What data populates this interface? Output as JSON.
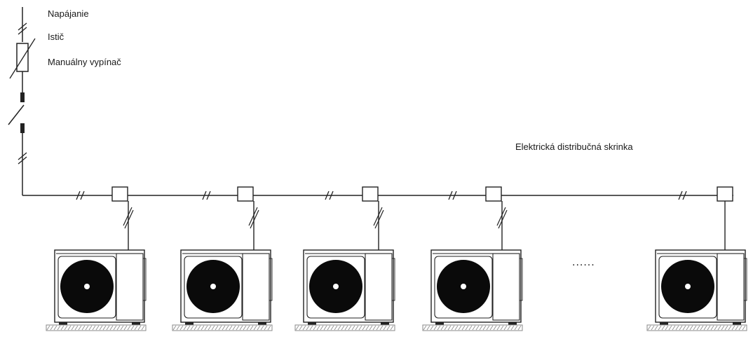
{
  "labels": {
    "power_supply": "Napájanie",
    "breaker": "Istič",
    "manual_switch": "Manuálny vypínač",
    "distribution_box": "Elektrická distribučná skrinka",
    "ellipsis": "......"
  },
  "units": [
    {
      "name": "outdoor-unit-1"
    },
    {
      "name": "outdoor-unit-2"
    },
    {
      "name": "outdoor-unit-3"
    },
    {
      "name": "outdoor-unit-4"
    },
    {
      "name": "outdoor-unit-n"
    }
  ],
  "colors": {
    "line": "#222222",
    "fan": "#0a0a0a",
    "unit_fill": "#ffffff",
    "base": "#888888"
  }
}
